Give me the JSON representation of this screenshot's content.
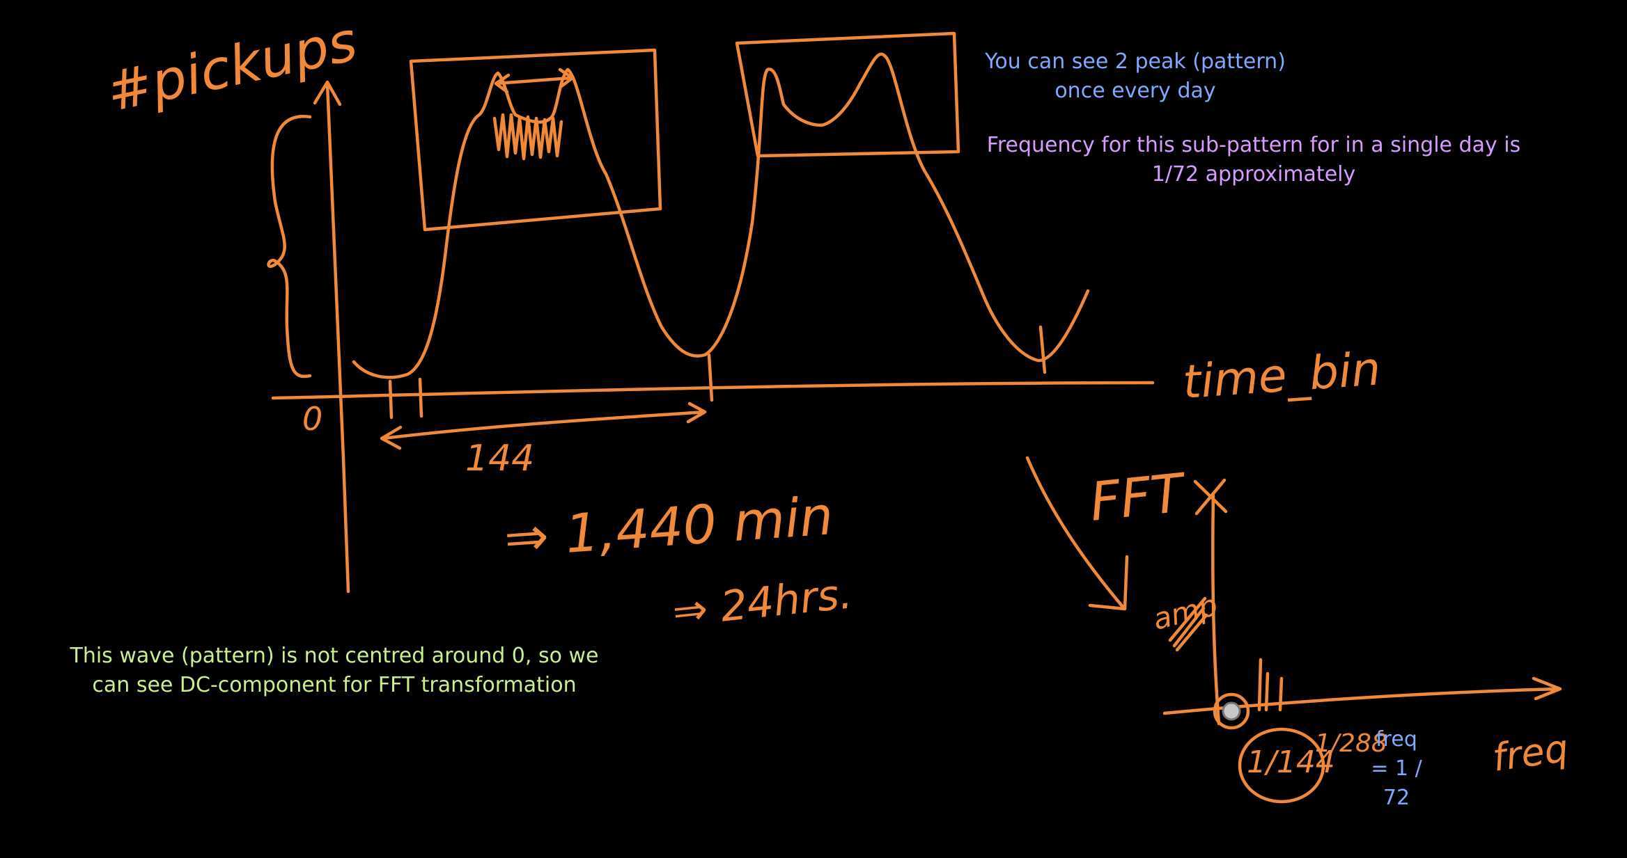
{
  "colors": {
    "background": "#000000",
    "ink_orange": "#f08a3a",
    "note_blue": "#7fa8ff",
    "note_violet": "#d69cff",
    "note_green": "#c9f08a"
  },
  "handwriting": {
    "y_axis_label": "#pickups",
    "origin_label": "0",
    "x_axis_label": "time_bin",
    "span_label": "144",
    "minutes_label": "⇒ 1,440 min",
    "hours_label": "⇒ 24hrs.",
    "fft_label": "FFT",
    "freq_axis_label": "freq",
    "tick_label_1": "1/144",
    "tick_label_2": "1/288",
    "amp_label": "amp"
  },
  "notes": {
    "peak_line1": "You can see 2 peak (pattern)",
    "peak_line2": "once every day",
    "freq_line1": "Frequency for this sub-pattern for in a single day is",
    "freq_line2": "1/72 approximately",
    "dc_line1": "This wave (pattern) is not centred around 0, so we",
    "dc_line2": "can see DC-component for FFT transformation",
    "freq_eq_1": "freq",
    "freq_eq_2": "= 1 /",
    "freq_eq_3": "72"
  }
}
